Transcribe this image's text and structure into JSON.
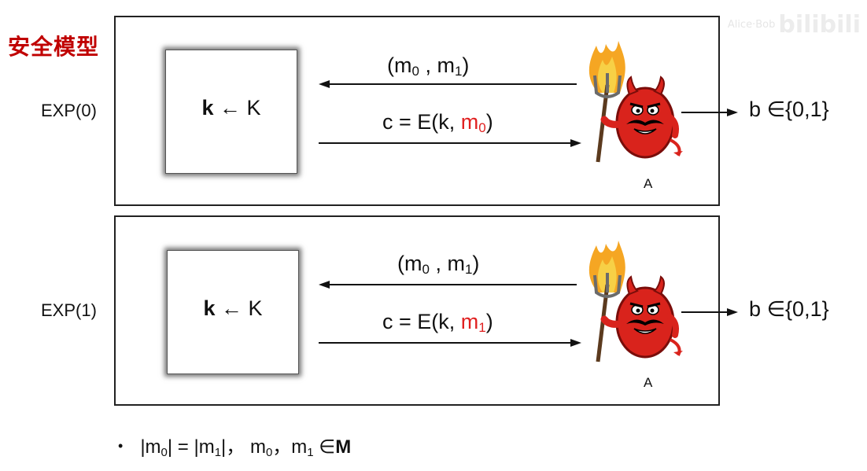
{
  "title": "安全模型",
  "watermark": {
    "small": "Alice·Bob",
    "logo": "bilibili"
  },
  "experiments": [
    {
      "label": "EXP(0)",
      "keygen": {
        "k": "k",
        "arrow": "←",
        "K": "K"
      },
      "query": {
        "open": "(m",
        "sub0": "0",
        "mid": " , m",
        "sub1": "1",
        "close": ")"
      },
      "response": {
        "pre": "c = E(k, ",
        "m": "m",
        "sub": "0",
        "post": ")"
      },
      "adversary": "A",
      "output": "b ∈{0,1}"
    },
    {
      "label": "EXP(1)",
      "keygen": {
        "k": "k",
        "arrow": "←",
        "K": "K"
      },
      "query": {
        "open": "(m",
        "sub0": "0",
        "mid": " , m",
        "sub1": "1",
        "close": ")"
      },
      "response": {
        "pre": "c = E(k, ",
        "m": "m",
        "sub": "1",
        "post": ")"
      },
      "adversary": "A",
      "output": "b ∈{0,1}"
    }
  ],
  "condition": {
    "bullet": "•",
    "p1": "|m",
    "s1": "0",
    "p2": "| = |m",
    "s2": "1",
    "p3": "|，  m",
    "s3": "0",
    "p4": "，m",
    "s4": "1",
    "p5": " ∈",
    "set": "M"
  },
  "colors": {
    "title": "#c00000",
    "highlight": "#e02020",
    "devil": "#d9231c",
    "flame": "#f5a623"
  }
}
